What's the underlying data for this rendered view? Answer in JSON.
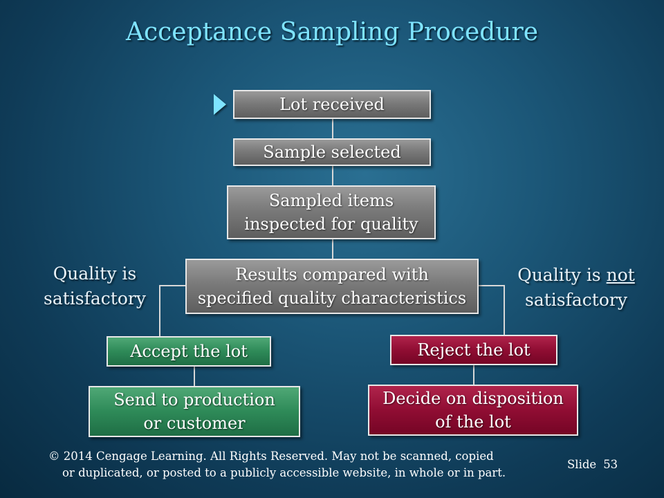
{
  "title": "Acceptance Sampling Procedure",
  "steps": {
    "lot_received": "Lot received",
    "sample_selected": "Sample selected",
    "inspected_line1": "Sampled items",
    "inspected_line2": "inspected for quality",
    "compared_line1": "Results compared with",
    "compared_line2": "specified quality characteristics",
    "accept": "Accept the lot",
    "reject": "Reject the lot",
    "send_line1": "Send to production",
    "send_line2": "or customer",
    "decide_line1": "Decide on disposition",
    "decide_line2": "of the lot"
  },
  "branches": {
    "satisfactory_line1": "Quality is",
    "satisfactory_line2": "satisfactory",
    "not_prefix": "Quality is ",
    "not_word": "not",
    "not_line2": "satisfactory"
  },
  "footer": {
    "copyright_line1": "© 2014  Cengage Learning.  All Rights Reserved.  May not be scanned, copied",
    "copyright_line2": "or duplicated, or posted to a publicly accessible website, in whole or in part.",
    "slide_label": "Slide",
    "slide_number": "53"
  },
  "colors": {
    "title": "#7fe4ff",
    "gray_box": "#7a7a7a",
    "accept_box": "#2e8a58",
    "reject_box": "#900d33"
  }
}
